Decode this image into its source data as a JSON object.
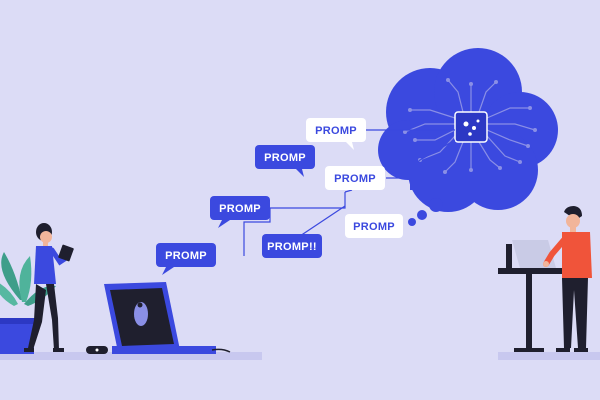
{
  "colors": {
    "background": "#dcdcf6",
    "cloud": "#3b49df",
    "bubble_blue": "#3b49df",
    "bubble_white": "#ffffff",
    "text_on_blue": "#ffffff",
    "text_on_white": "#3b49df",
    "circuit_line": "#8a8fe6",
    "person_shirt_left": "#3b49df",
    "person_shirt_right": "#f0543a",
    "plant": "#3e9e8a",
    "desk": "#2a2a3a"
  },
  "bubbles": {
    "b1": "PROMP",
    "b2": "PROMP",
    "b3": "PROMP",
    "b4": "PROMP",
    "b5": "PROMP",
    "b6": "PROMP!!",
    "b7": "PROMP"
  },
  "icons": {
    "cloud": "cloud-icon",
    "chip": "cpu-chip-icon",
    "laptop_logo": "mouse-shape-logo-icon"
  }
}
